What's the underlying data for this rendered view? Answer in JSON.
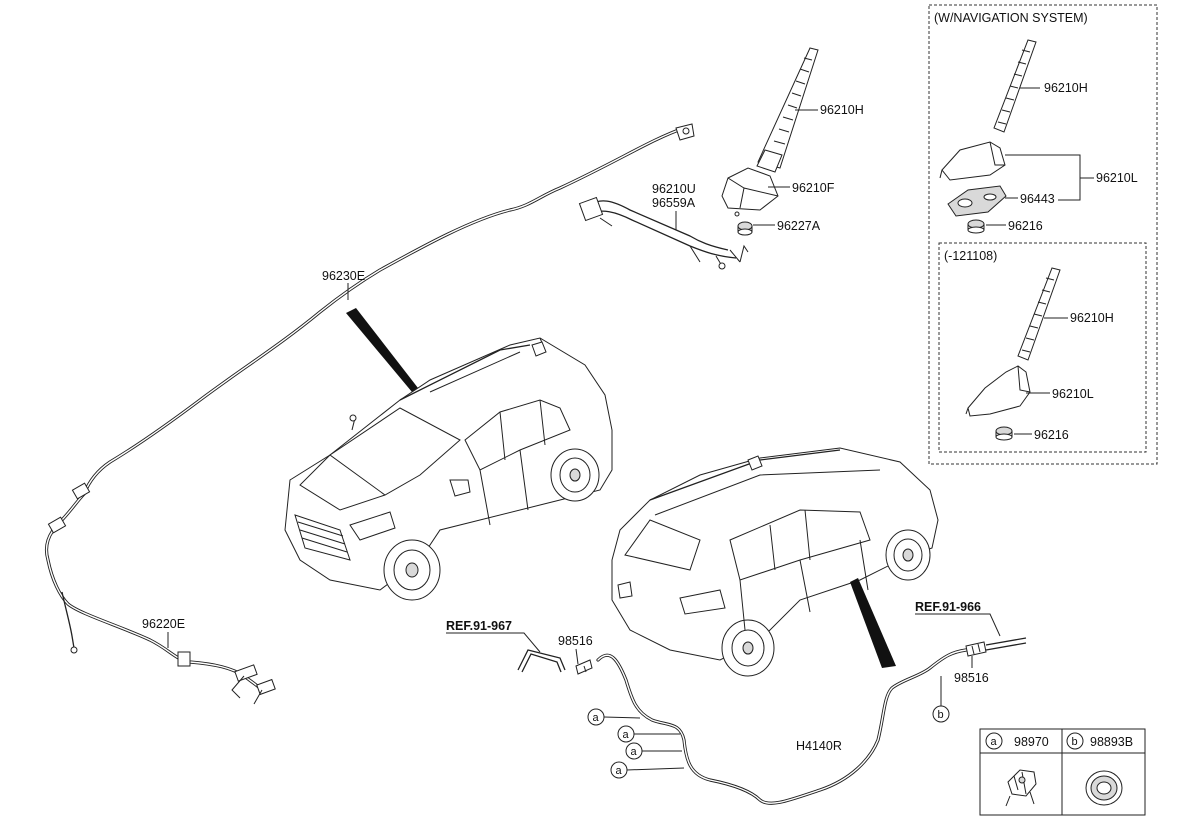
{
  "labels": {
    "p96210H_main": "96210H",
    "p96210F": "96210F",
    "p96210U": "96210U",
    "p96559A": "96559A",
    "p96227A": "96227A",
    "p96230E": "96230E",
    "p96220E": "96220E",
    "p98516_left": "98516",
    "p98516_right": "98516",
    "pH4140R": "H4140R"
  },
  "references": {
    "left": "REF.91-967",
    "right": "REF.91-966"
  },
  "nav_box": {
    "title": "(W/NAVIGATION SYSTEM)",
    "p96210H": "96210H",
    "p96210L": "96210L",
    "p96443": "96443",
    "p96216": "96216"
  },
  "sub_box": {
    "title": "(-121108)",
    "p96210H": "96210H",
    "p96210L": "96210L",
    "p96216": "96216"
  },
  "callouts": {
    "a": "a",
    "b": "b"
  },
  "legend": {
    "a_letter": "a",
    "a_part": "98970",
    "b_letter": "b",
    "b_part": "98893B"
  }
}
